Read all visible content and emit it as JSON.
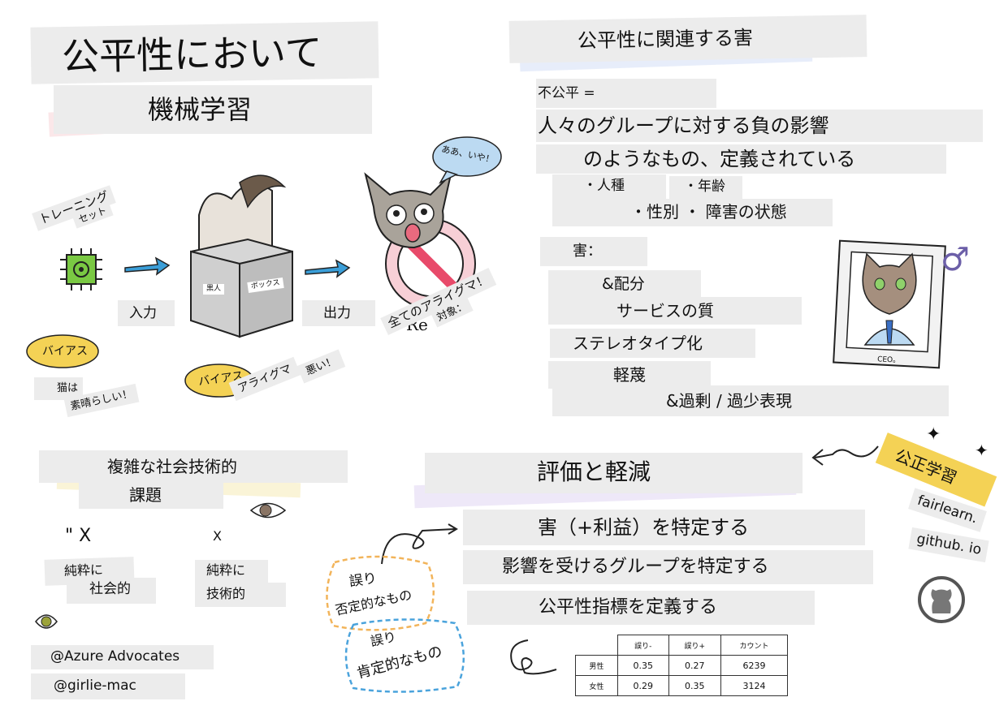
{
  "title": "公平性において",
  "subtitle": "機械学習",
  "pipeline": {
    "training_set_1": "トレーニング",
    "training_set_2": "セット",
    "input": "入力",
    "output": "出力",
    "bias_1": "バイアス",
    "cats_1": "猫は",
    "cats_2": "素晴らしい！",
    "bias_2": "バイアス",
    "raccoon": "アライグマ",
    "bad": "悪い！",
    "box_left": "黒人",
    "box_right": "ボックス",
    "speech": "ああ、いや！",
    "target_1": "対象：",
    "target_2": "全てのアライグマ！",
    "re": "Re"
  },
  "harms": {
    "title": "公平性に関連する害",
    "unfair": "不公平 =",
    "line1": "人々のグループに対する負の影響",
    "line2": "のようなもの、定義されている",
    "race": "・人種",
    "age": "・年齢",
    "gender_disability": "・性別 ・ 障害の状態",
    "harm_label": "害：",
    "items": [
      "&配分",
      "サービスの質",
      "ステレオタイプ化",
      "軽蔑",
      "&過剰 / 過少表現"
    ],
    "ceo": "CEO。"
  },
  "sociotech": {
    "title1": "複雑な社会技術的",
    "title2": "課題",
    "social_a": "純粋に",
    "social_b": "社会的",
    "tech_a": "純粋に",
    "tech_b": "技術的",
    "mark_x1": "\" X",
    "mark_x2": "X"
  },
  "credits": [
    "@Azure Advocates",
    "@girlie-mac"
  ],
  "evaluation": {
    "title": "評価と軽減",
    "steps": [
      "害（+利益）を特定する",
      "影響を受けるグループを特定する",
      "公平性指標を定義する"
    ],
    "error_neg": [
      "誤り",
      "否定的なもの"
    ],
    "error_pos": [
      "誤り",
      "肯定的なもの"
    ]
  },
  "fairlearn": {
    "label": "公正学習",
    "url1": "fairlearn.",
    "url2": "github. io"
  },
  "metrics_table": {
    "headers": [
      "",
      "誤り-",
      "誤り+",
      "カウント"
    ],
    "rows": [
      [
        "男性",
        "0.35",
        "0.27",
        "6239"
      ],
      [
        "女性",
        "0.29",
        "0.35",
        "3124"
      ]
    ]
  }
}
